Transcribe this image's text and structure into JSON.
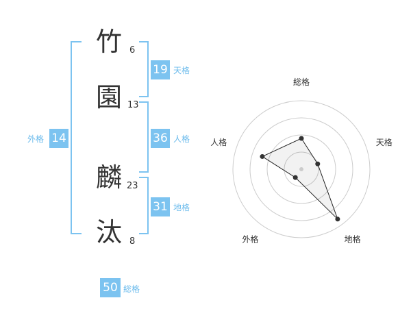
{
  "name_chars": [
    {
      "char": "竹",
      "strokes": "6"
    },
    {
      "char": "園",
      "strokes": "13"
    },
    {
      "char": "麟",
      "strokes": "23"
    },
    {
      "char": "汰",
      "strokes": "8"
    }
  ],
  "scores": {
    "tenkaku": {
      "value": "19",
      "label": "天格"
    },
    "jinkaku": {
      "value": "36",
      "label": "人格"
    },
    "chikaku": {
      "value": "31",
      "label": "地格"
    },
    "gaikaku": {
      "value": "14",
      "label": "外格"
    },
    "soukaku": {
      "value": "50",
      "label": "総格"
    }
  },
  "colors": {
    "accent": "#7cc3f0",
    "label": "#6bbbec",
    "text": "#333333",
    "grid": "#cccccc"
  },
  "radar": {
    "axes": [
      "総格",
      "天格",
      "地格",
      "外格",
      "人格"
    ],
    "levels": 4,
    "values": [
      0.45,
      0.25,
      0.9,
      0.15,
      0.6
    ]
  }
}
